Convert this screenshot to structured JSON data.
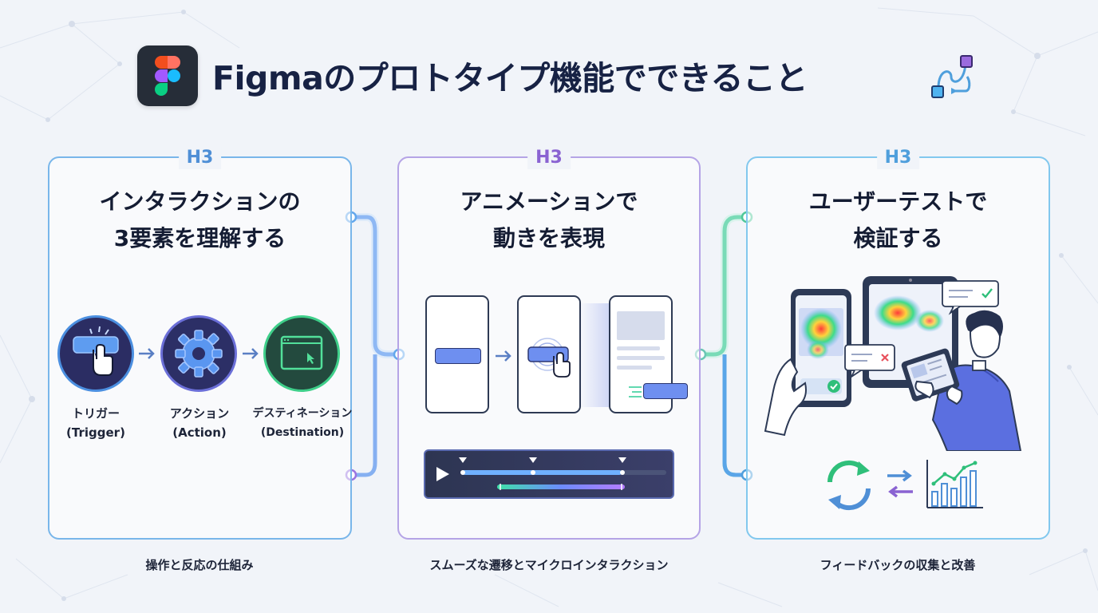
{
  "header": {
    "title": "Figmaのプロトタイプ機能でできること"
  },
  "cards": [
    {
      "tag": "H3",
      "heading_line1": "インタラクションの",
      "heading_line2": "3要素を理解する",
      "steps": [
        {
          "label_jp": "トリガー",
          "label_en": "(Trigger)"
        },
        {
          "label_jp": "アクション",
          "label_en": "(Action)"
        },
        {
          "label_jp": "デスティネーション",
          "label_en": "(Destination)"
        }
      ],
      "caption": "操作と反応の仕組み"
    },
    {
      "tag": "H3",
      "heading_line1": "アニメーションで",
      "heading_line2": "動きを表現",
      "caption": "スムーズな遷移とマイクロインタラクション"
    },
    {
      "tag": "H3",
      "heading_line1": "ユーザーテストで",
      "heading_line2": "検証する",
      "caption": "フィードバックの収集と改善"
    }
  ],
  "colors": {
    "accent_blue": "#4f8fd6",
    "accent_purple": "#8a63d2",
    "accent_green": "#2fbf7a",
    "dark_navy": "#172244"
  },
  "icons": [
    "figma-logo-icon",
    "flow-nodes-icon",
    "tap-button-icon",
    "gear-icon",
    "browser-cursor-icon",
    "play-icon",
    "refresh-cycle-icon",
    "swap-arrows-icon",
    "bar-chart-icon",
    "heatmap-phone-icon",
    "heatmap-tablet-icon",
    "check-icon",
    "x-icon",
    "person-tablet-icon"
  ]
}
